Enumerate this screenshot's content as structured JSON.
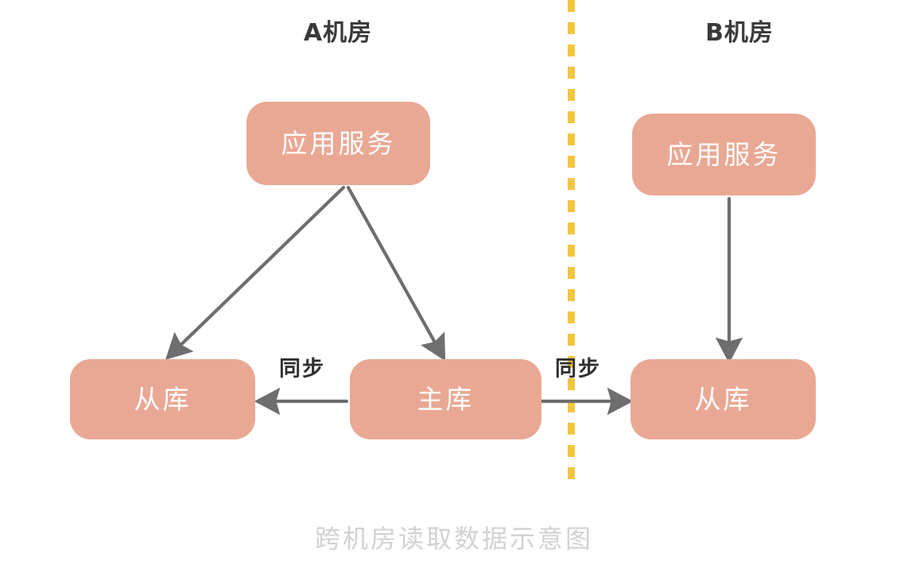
{
  "diagram": {
    "caption": "跨机房读取数据示意图",
    "background_color": "#ffffff",
    "node_color": "#e9a894",
    "node_text_color": "#ffffff",
    "arrow_color": "#6e6e6e",
    "divider_color": "#f4c63f",
    "caption_color": "#d2d2d2",
    "title_color": "#3a3a3a"
  },
  "zones": [
    {
      "id": "zone-a",
      "title": "A机房"
    },
    {
      "id": "zone-b",
      "title": "B机房"
    }
  ],
  "nodes": [
    {
      "id": "app-a",
      "label": "应用服务",
      "zone": "zone-a"
    },
    {
      "id": "slave-a",
      "label": "从库",
      "zone": "zone-a"
    },
    {
      "id": "master",
      "label": "主库",
      "zone": "zone-a"
    },
    {
      "id": "app-b",
      "label": "应用服务",
      "zone": "zone-b"
    },
    {
      "id": "slave-b",
      "label": "从库",
      "zone": "zone-b"
    }
  ],
  "edges": [
    {
      "id": "app-a-to-slave-a",
      "from": "app-a",
      "to": "slave-a",
      "label": "",
      "direction": "down-left"
    },
    {
      "id": "app-a-to-master",
      "from": "app-a",
      "to": "master",
      "label": "",
      "direction": "down-right"
    },
    {
      "id": "master-to-slave-a",
      "from": "master",
      "to": "slave-a",
      "label": "同步",
      "direction": "left"
    },
    {
      "id": "master-to-slave-b",
      "from": "master",
      "to": "slave-b",
      "label": "同步",
      "direction": "right"
    },
    {
      "id": "app-b-to-slave-b",
      "from": "app-b",
      "to": "slave-b",
      "label": "",
      "direction": "down"
    }
  ],
  "divider": {
    "style": "dashed",
    "orientation": "vertical"
  }
}
